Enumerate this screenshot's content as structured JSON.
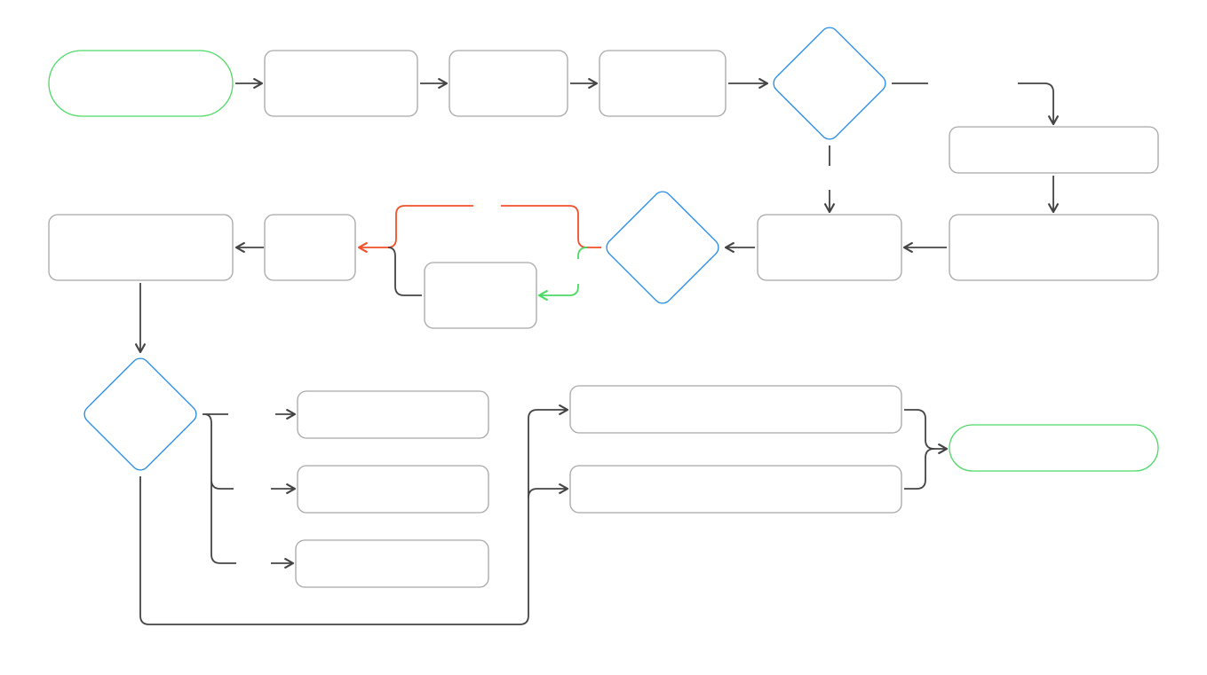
{
  "diagram": {
    "type": "flowchart",
    "colors": {
      "terminal": "#4cd964",
      "process": "#a6a6a6",
      "decision": "#1e88e5",
      "edge": "#444444",
      "edge_no": "#f0502a",
      "edge_yes": "#4cd964"
    },
    "nodes": [
      {
        "id": "start",
        "kind": "terminal",
        "label": ""
      },
      {
        "id": "p1",
        "kind": "process",
        "label": ""
      },
      {
        "id": "p2",
        "kind": "process",
        "label": ""
      },
      {
        "id": "p3",
        "kind": "process",
        "label": ""
      },
      {
        "id": "d1",
        "kind": "decision",
        "label": ""
      },
      {
        "id": "p4",
        "kind": "process",
        "label": ""
      },
      {
        "id": "p5",
        "kind": "process",
        "label": ""
      },
      {
        "id": "p6",
        "kind": "process",
        "label": ""
      },
      {
        "id": "d2",
        "kind": "decision",
        "label": ""
      },
      {
        "id": "p7",
        "kind": "process",
        "label": ""
      },
      {
        "id": "p8",
        "kind": "process",
        "label": ""
      },
      {
        "id": "p9",
        "kind": "process",
        "label": ""
      },
      {
        "id": "d3",
        "kind": "decision",
        "label": ""
      },
      {
        "id": "p10",
        "kind": "process",
        "label": ""
      },
      {
        "id": "p11",
        "kind": "process",
        "label": ""
      },
      {
        "id": "p12",
        "kind": "process",
        "label": ""
      },
      {
        "id": "p13",
        "kind": "process",
        "label": ""
      },
      {
        "id": "p14",
        "kind": "process",
        "label": ""
      },
      {
        "id": "end",
        "kind": "terminal",
        "label": ""
      }
    ],
    "edges": [
      [
        "start",
        "p1"
      ],
      [
        "p1",
        "p2"
      ],
      [
        "p2",
        "p3"
      ],
      [
        "p3",
        "d1"
      ],
      [
        "d1",
        "p4"
      ],
      [
        "d1",
        "p6"
      ],
      [
        "p4",
        "p5"
      ],
      [
        "p5",
        "p6"
      ],
      [
        "p6",
        "d2"
      ],
      [
        "d2",
        "p8"
      ],
      [
        "d2",
        "p7"
      ],
      [
        "p7",
        "p8"
      ],
      [
        "p8",
        "p9"
      ],
      [
        "p9",
        "d3"
      ],
      [
        "d3",
        "p10"
      ],
      [
        "d3",
        "p11"
      ],
      [
        "d3",
        "p12"
      ],
      [
        "d3",
        "p13"
      ],
      [
        "d3",
        "p14"
      ],
      [
        "p13",
        "end"
      ],
      [
        "p14",
        "end"
      ]
    ]
  }
}
